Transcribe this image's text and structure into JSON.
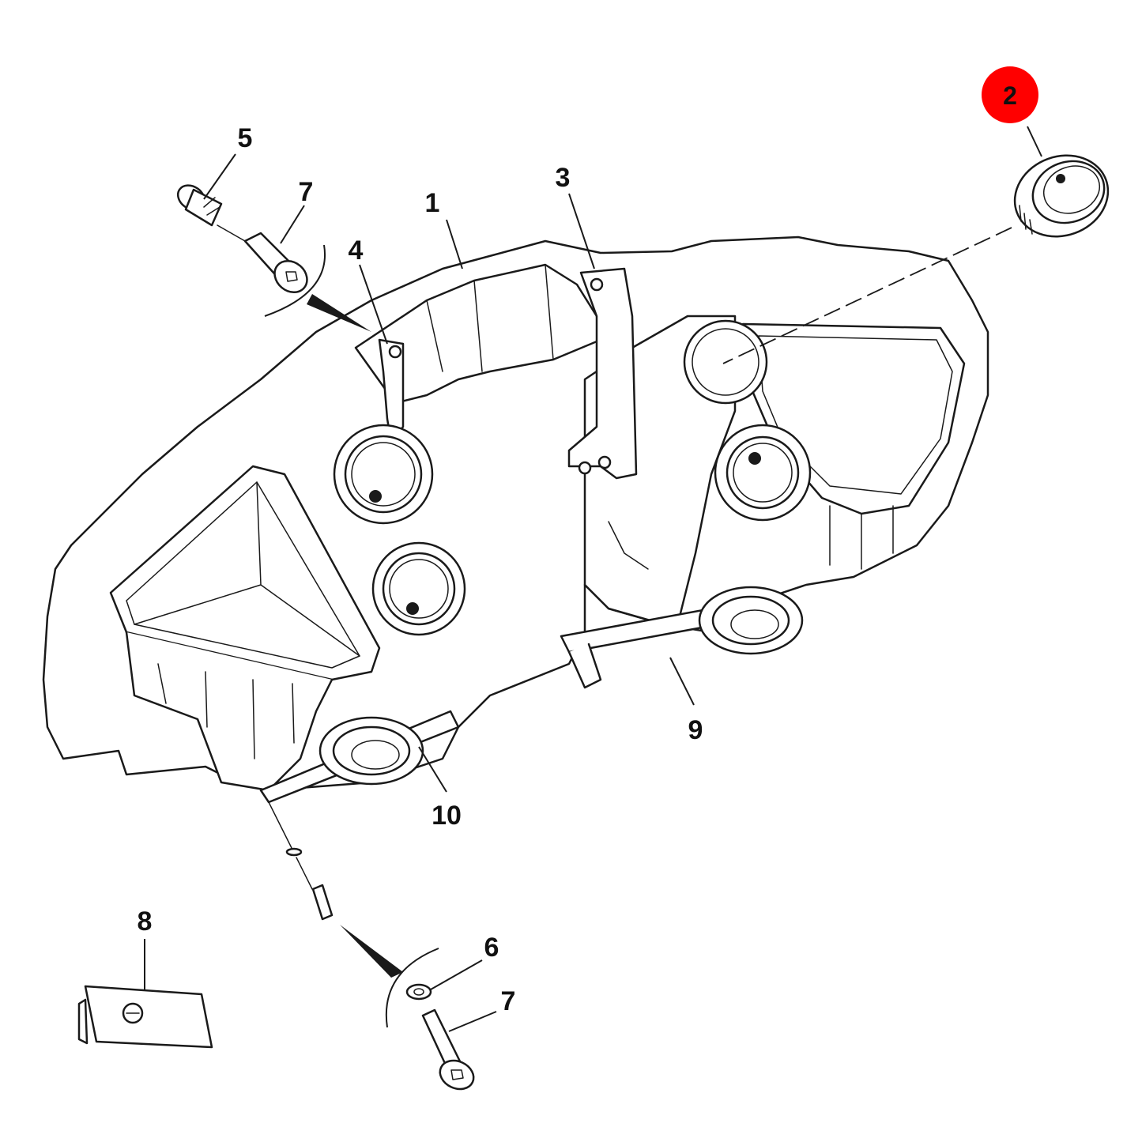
{
  "diagram": {
    "highlight_color": "#ff0000",
    "line_color": "#1a1a1a",
    "callouts": [
      {
        "id": "c1",
        "label": "1"
      },
      {
        "id": "c2",
        "label": "2",
        "highlighted": true
      },
      {
        "id": "c3",
        "label": "3"
      },
      {
        "id": "c4",
        "label": "4"
      },
      {
        "id": "c5",
        "label": "5"
      },
      {
        "id": "c6",
        "label": "6"
      },
      {
        "id": "c7a",
        "label": "7"
      },
      {
        "id": "c7b",
        "label": "7"
      },
      {
        "id": "c8",
        "label": "8"
      },
      {
        "id": "c9",
        "label": "9"
      },
      {
        "id": "c10",
        "label": "10"
      }
    ]
  }
}
